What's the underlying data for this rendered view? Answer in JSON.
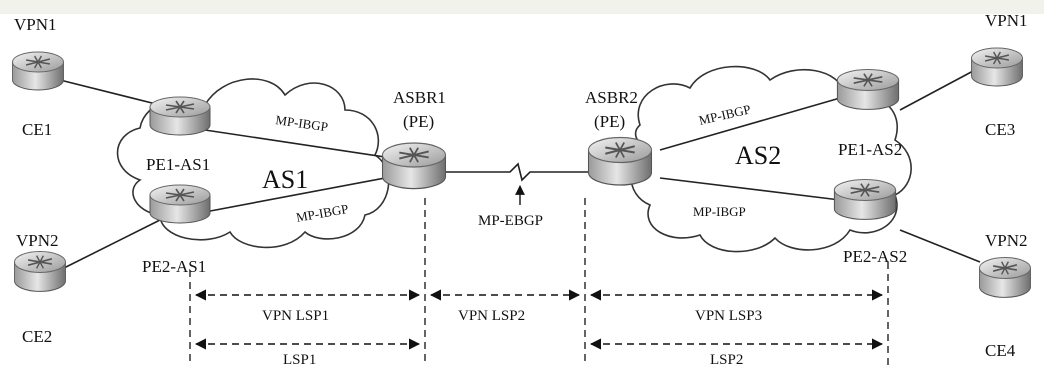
{
  "nodes": {
    "ce1": {
      "name": "CE1",
      "vpn": "VPN1"
    },
    "ce2": {
      "name": "CE2",
      "vpn": "VPN2"
    },
    "ce3": {
      "name": "CE3",
      "vpn": "VPN1"
    },
    "ce4": {
      "name": "CE4",
      "vpn": "VPN2"
    },
    "pe1_as1": {
      "name": "PE1-AS1"
    },
    "pe2_as1": {
      "name": "PE2-AS1"
    },
    "asbr1": {
      "name": "ASBR1",
      "role": "(PE)"
    },
    "asbr2": {
      "name": "ASBR2",
      "role": "(PE)"
    },
    "pe1_as2": {
      "name": "PE1-AS2"
    },
    "pe2_as2": {
      "name": "PE2-AS2"
    }
  },
  "clouds": {
    "as1": {
      "label": "AS1"
    },
    "as2": {
      "label": "AS2"
    }
  },
  "sessions": {
    "as1_top": "MP-IBGP",
    "as1_bottom": "MP-IBGP",
    "as2_top": "MP-IBGP",
    "as2_bottom": "MP-IBGP",
    "inter_as": "MP-EBGP"
  },
  "paths": {
    "vpn_lsp1": "VPN LSP1",
    "vpn_lsp2": "VPN LSP2",
    "vpn_lsp3": "VPN LSP3",
    "lsp1": "LSP1",
    "lsp2": "LSP2"
  }
}
